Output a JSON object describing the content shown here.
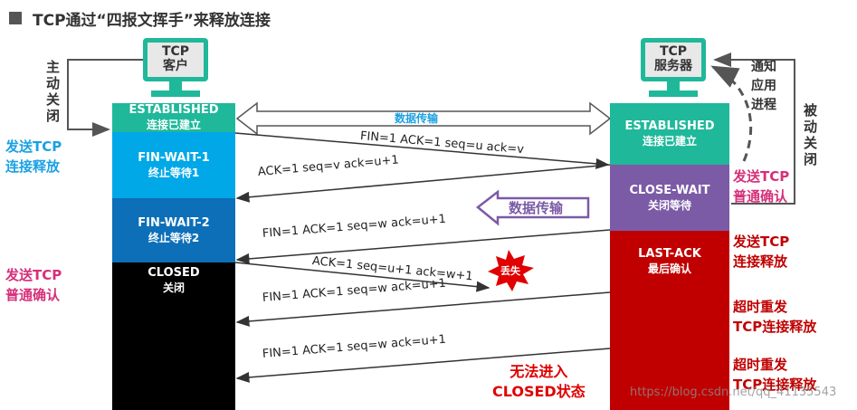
{
  "title": "TCP通过“四报文挥手”来释放连接",
  "client": {
    "label_line1": "TCP",
    "label_line2": "客户"
  },
  "server": {
    "label_line1": "TCP",
    "label_line2": "服务器"
  },
  "left_side": {
    "active_close": "主动关闭",
    "send_release": "发送TCP\n连接释放",
    "send_ack": "发送TCP\n普通确认"
  },
  "right_side": {
    "notify_app": "通知\n应用\n进程",
    "passive_close": "被动关闭",
    "send_ack": "发送TCP\n普通确认",
    "send_release": "发送TCP\n连接释放",
    "timeout_1": "超时重发\nTCP连接释放",
    "timeout_2": "超时重发\nTCP连接释放"
  },
  "client_states": [
    {
      "name": "ESTABLISHED",
      "desc": "连接已建立"
    },
    {
      "name": "FIN-WAIT-1",
      "desc": "终止等待1"
    },
    {
      "name": "FIN-WAIT-2",
      "desc": "终止等待2"
    },
    {
      "name": "CLOSED",
      "desc": "关闭"
    }
  ],
  "server_states": [
    {
      "name": "ESTABLISHED",
      "desc": "连接已建立"
    },
    {
      "name": "CLOSE-WAIT",
      "desc": "关闭等待"
    },
    {
      "name": "LAST-ACK",
      "desc": "最后确认"
    }
  ],
  "data_transfer_top": "数据传输",
  "data_transfer_mid": "数据传输",
  "lost": "丢失",
  "cannot_close": "无法进入\nCLOSED状态",
  "messages": {
    "m1": "FIN=1   ACK=1   seq=u   ack=v",
    "m2": "ACK=1     seq=v     ack=u+1",
    "m3": "FIN=1     ACK=1     seq=w     ack=u+1",
    "m4": "ACK=1     seq=u+1     ack=w+1",
    "m5": "FIN=1     ACK=1     seq=w     ack=u+1",
    "m6": "FIN=1     ACK=1     seq=w     ack=u+1"
  },
  "watermark": "https://blog.csdn.net/qq_41135543",
  "colors": {
    "established": "#1fb89a",
    "finwait1": "#00a8e8",
    "finwait2": "#0d6fb8",
    "closed": "#000000",
    "closewait": "#7b5aa6",
    "lastack": "#c00000",
    "blue_text": "#1ba1e2",
    "pink_text": "#d6307a",
    "red_text": "#c00000"
  }
}
